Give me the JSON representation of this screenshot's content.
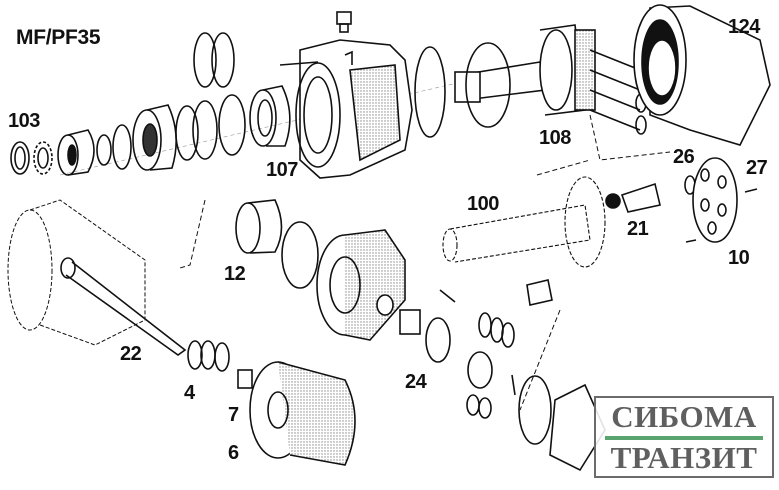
{
  "diagram": {
    "title": "MF/PF35",
    "type": "exploded-parts-diagram",
    "callouts": [
      {
        "id": "103",
        "label": "103"
      },
      {
        "id": "107",
        "label": "107"
      },
      {
        "id": "108",
        "label": "108"
      },
      {
        "id": "124",
        "label": "124"
      },
      {
        "id": "100",
        "label": "100"
      },
      {
        "id": "26",
        "label": "26"
      },
      {
        "id": "27",
        "label": "27"
      },
      {
        "id": "21",
        "label": "21"
      },
      {
        "id": "10",
        "label": "10"
      },
      {
        "id": "12",
        "label": "12"
      },
      {
        "id": "22",
        "label": "22"
      },
      {
        "id": "4",
        "label": "4"
      },
      {
        "id": "7",
        "label": "7"
      },
      {
        "id": "6",
        "label": "6"
      },
      {
        "id": "24",
        "label": "24"
      }
    ]
  },
  "watermark": {
    "line1": "СИБОМА",
    "line2": "ТРАНЗИТ",
    "accent_color": "#5aa46f",
    "text_color": "#5f5f5f"
  }
}
